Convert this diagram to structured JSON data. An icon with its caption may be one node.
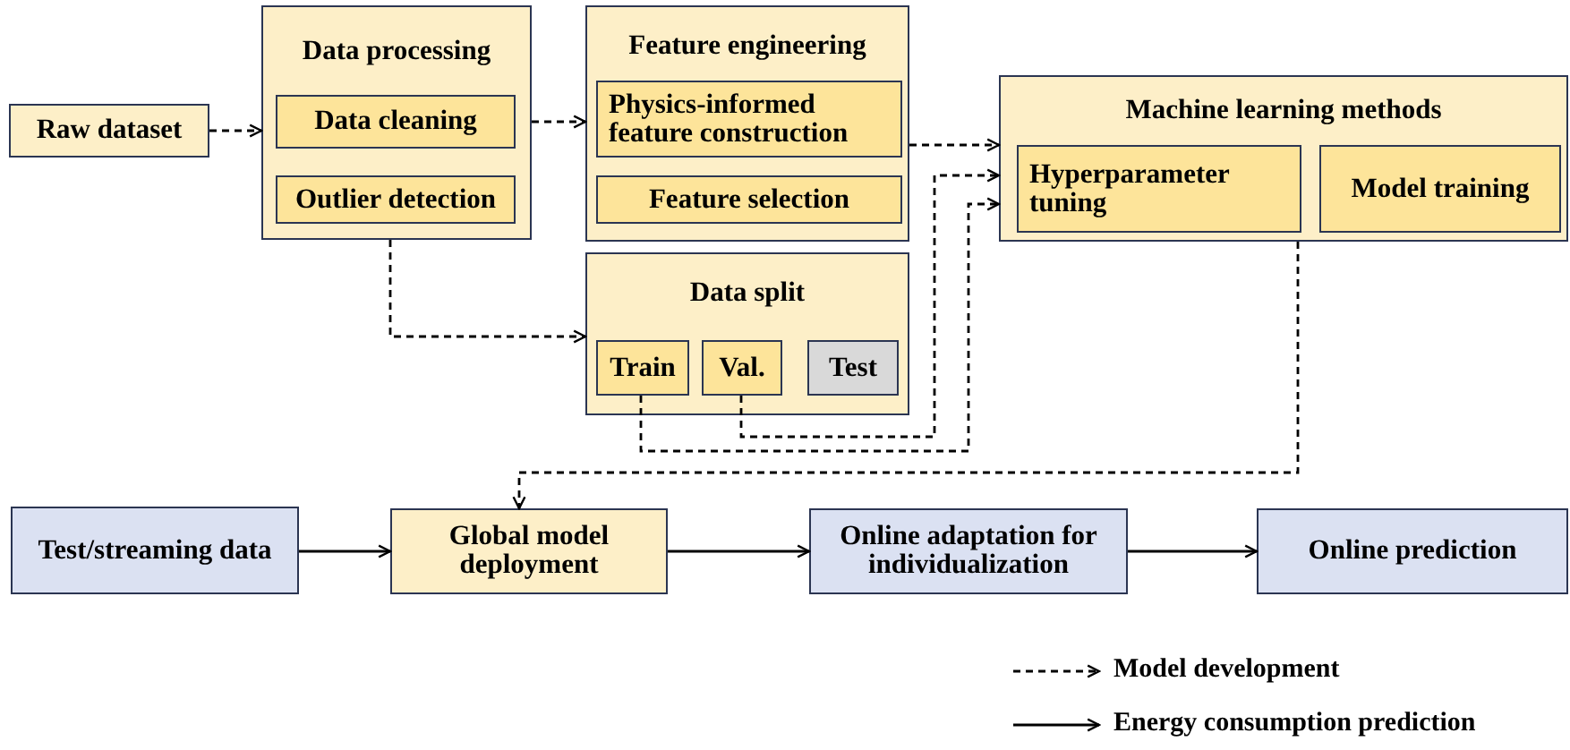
{
  "diagram": {
    "nodes": [
      {
        "text": [
          "Raw dataset"
        ]
      },
      {
        "text": [
          "Data processing"
        ]
      },
      {
        "text": [
          "Data cleaning"
        ],
        "in": 1
      },
      {
        "text": [
          "Outlier detection"
        ],
        "in": 1
      },
      {
        "text": [
          "Feature engineering"
        ]
      },
      {
        "text": [
          "Physics-informed feature construction"
        ],
        "in": 4
      },
      {
        "text": [
          "Feature selection"
        ],
        "in": 4
      },
      {
        "text": [
          "Data split"
        ]
      },
      {
        "text": [
          "Train"
        ],
        "in": 7
      },
      {
        "text": [
          "Val."
        ],
        "in": 7
      },
      {
        "text": [
          "Test"
        ],
        "in": 7
      },
      {
        "text": [
          "Machine learning methods"
        ]
      },
      {
        "text": [
          "Hyperparameter tuning"
        ],
        "in": 11
      },
      {
        "text": [
          "Model training"
        ],
        "in": 11
      },
      {
        "text": [
          "Test/streaming data"
        ]
      },
      {
        "text": [
          "Global model deployment"
        ]
      },
      {
        "text": [
          "Online adaptation for individualization"
        ]
      },
      {
        "text": [
          "Online prediction"
        ]
      }
    ],
    "edges": [
      {
        "from": 0,
        "to": 1,
        "arrow": "to",
        "style": "dashed"
      },
      {
        "from": 1,
        "to": 4,
        "arrow": "to",
        "style": "dashed"
      },
      {
        "from": 4,
        "to": 11,
        "arrow": "to",
        "style": "dashed"
      },
      {
        "from": 1,
        "to": 7,
        "arrow": "to",
        "style": "dashed"
      },
      {
        "from": 8,
        "to": 11,
        "arrow": "to",
        "style": "dashed"
      },
      {
        "from": 9,
        "to": 11,
        "arrow": "to",
        "style": "dashed"
      },
      {
        "from": 11,
        "to": 15,
        "arrow": "to",
        "style": "dashed"
      },
      {
        "from": 14,
        "to": 15,
        "arrow": "to"
      },
      {
        "from": 15,
        "to": 16,
        "arrow": "to"
      },
      {
        "from": 16,
        "to": 17,
        "arrow": "to"
      }
    ],
    "legend": [
      {
        "text": "Model development"
      },
      {
        "text": "Energy consumption prediction"
      }
    ]
  }
}
